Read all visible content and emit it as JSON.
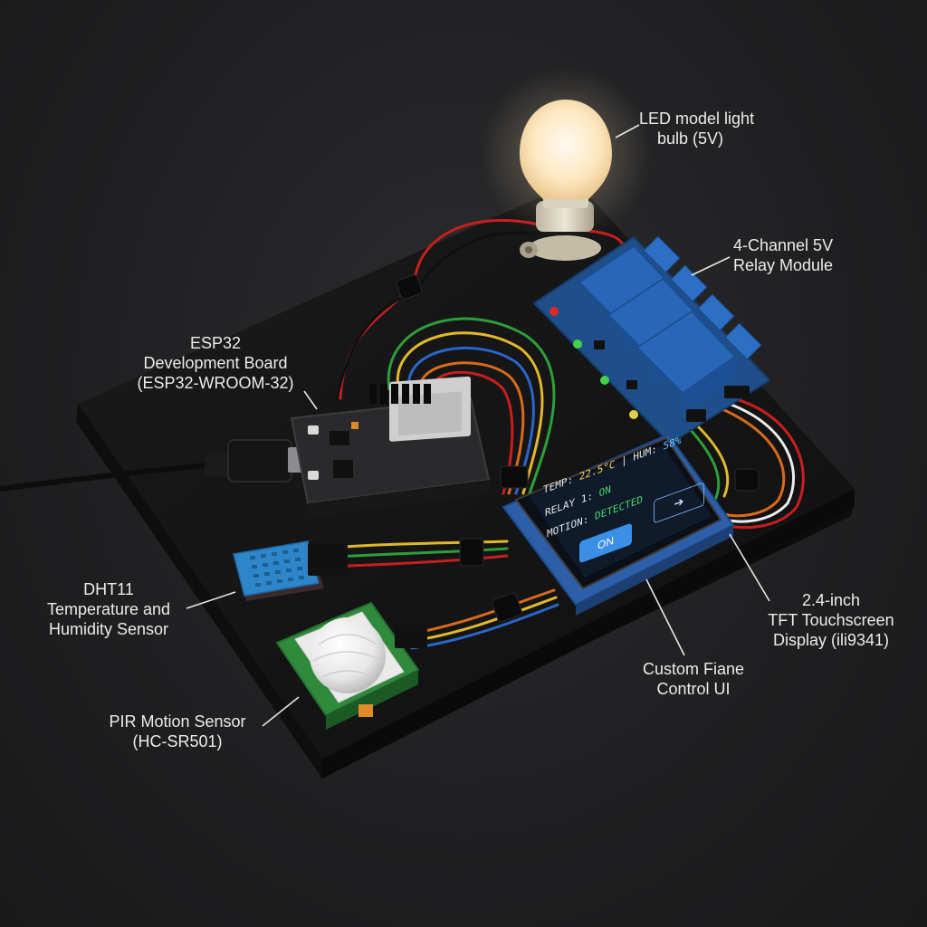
{
  "labels": {
    "bulb": [
      "LED model light",
      "bulb (5V)"
    ],
    "relay": [
      "4-Channel 5V",
      "Relay Module"
    ],
    "esp32": [
      "ESP32",
      "Development Board",
      "(ESP32-WROOM-32)"
    ],
    "dht11": [
      "DHT11",
      "Temperature and",
      "Humidity Sensor"
    ],
    "pir": [
      "PIR Motion Sensor",
      "(HC-SR501)"
    ],
    "tft": [
      "2.4-inch",
      "TFT Touchscreen",
      "Display (ili9341)"
    ],
    "ui": [
      "Custom Fiane",
      "Control UI"
    ]
  },
  "display": {
    "temp_label": "TEMP:",
    "temp_value": "22.5°C",
    "separator": "|",
    "hum_label": "HUM:",
    "hum_value": "58%",
    "relay_label": "RELAY 1:",
    "relay_value": "ON",
    "motion_label": "MOTION:",
    "motion_value": "DETECTED",
    "on_button": "ON",
    "arrow_button": "➔"
  },
  "colors": {
    "board": "#161617",
    "relay_pcb": "#1f4f8a",
    "relay_block": "#2a66b8",
    "esp_pcb": "#2a2a2c",
    "dht_body": "#2e86c8",
    "pir_pcb": "#2f8a3c",
    "tft_pcb": "#2d5ea8",
    "screen_bg": "#0f1a2a",
    "temp_value": "#ffd24a",
    "hum_value": "#6fc2ff",
    "relay_on": "#43d66b",
    "motion_value": "#43d66b",
    "on_button": "#3b8fe6"
  }
}
